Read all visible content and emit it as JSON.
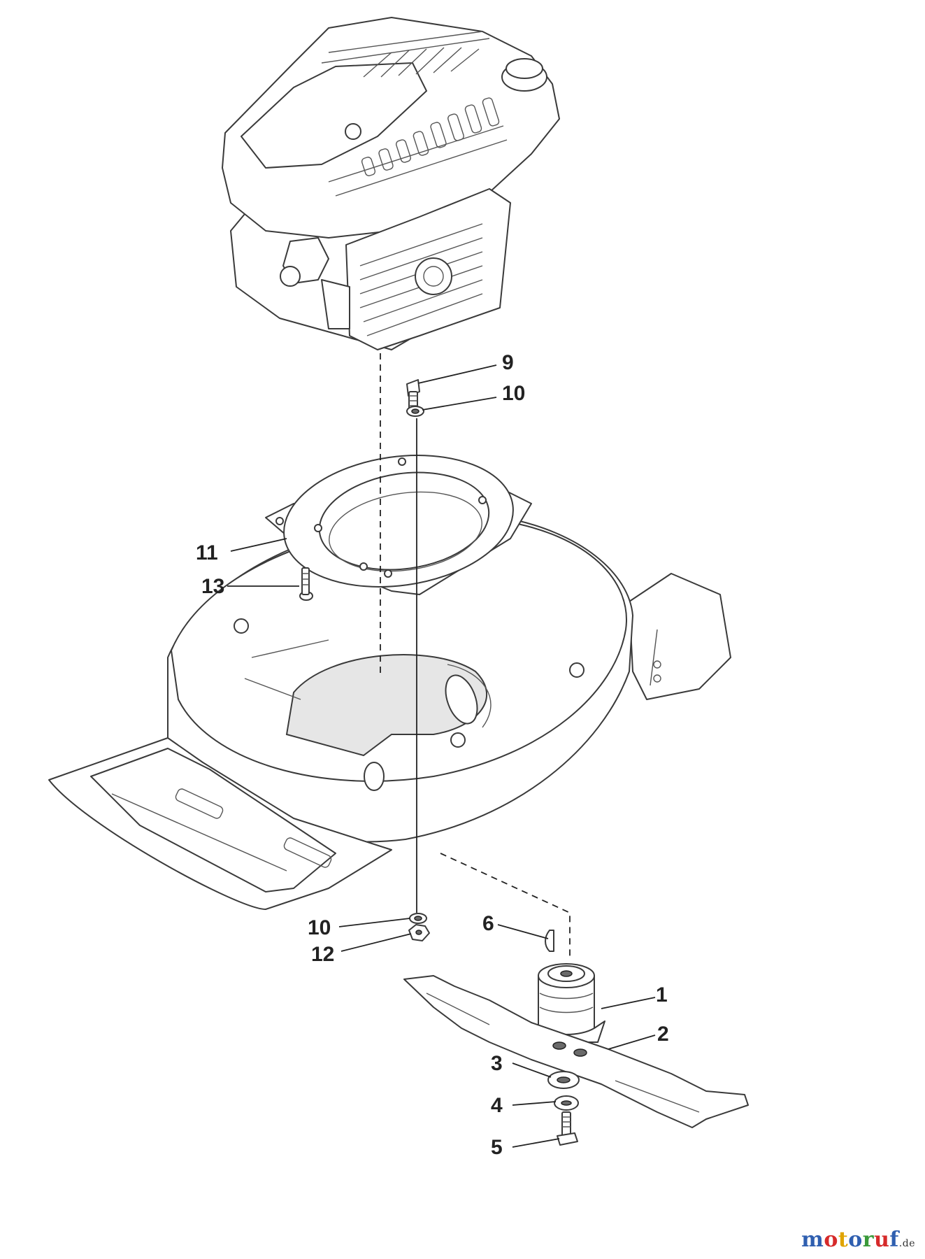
{
  "callouts": [
    {
      "id": "c9",
      "label": "9"
    },
    {
      "id": "c10a",
      "label": "10"
    },
    {
      "id": "c11",
      "label": "11"
    },
    {
      "id": "c13",
      "label": "13"
    },
    {
      "id": "c10b",
      "label": "10"
    },
    {
      "id": "c12",
      "label": "12"
    },
    {
      "id": "c6",
      "label": "6"
    },
    {
      "id": "c1",
      "label": "1"
    },
    {
      "id": "c2",
      "label": "2"
    },
    {
      "id": "c3",
      "label": "3"
    },
    {
      "id": "c4",
      "label": "4"
    },
    {
      "id": "c5",
      "label": "5"
    }
  ],
  "watermark": {
    "letters": [
      "m",
      "o",
      "t",
      "o",
      "r",
      "u",
      "f"
    ],
    "letter_colors": [
      "#2f5fb0",
      "#d62a2a",
      "#e0a400",
      "#2f5fb0",
      "#3a9a3a",
      "#d62a2a",
      "#2f5fb0"
    ],
    "suffix": ".de"
  }
}
